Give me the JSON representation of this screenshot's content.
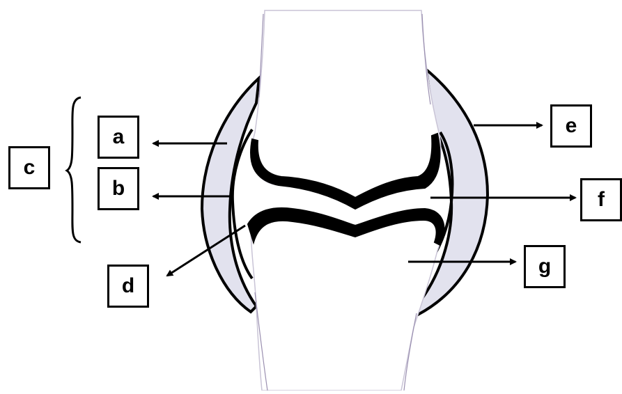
{
  "diagram": {
    "labels": {
      "a": "a",
      "b": "b",
      "c": "c",
      "d": "d",
      "e": "e",
      "f": "f",
      "g": "g"
    },
    "colors": {
      "outline": "#000000",
      "capsule_fill": "#e2e2ee",
      "bone_fill": "#ffffff",
      "sketch_line": "#9a8fb0"
    }
  }
}
